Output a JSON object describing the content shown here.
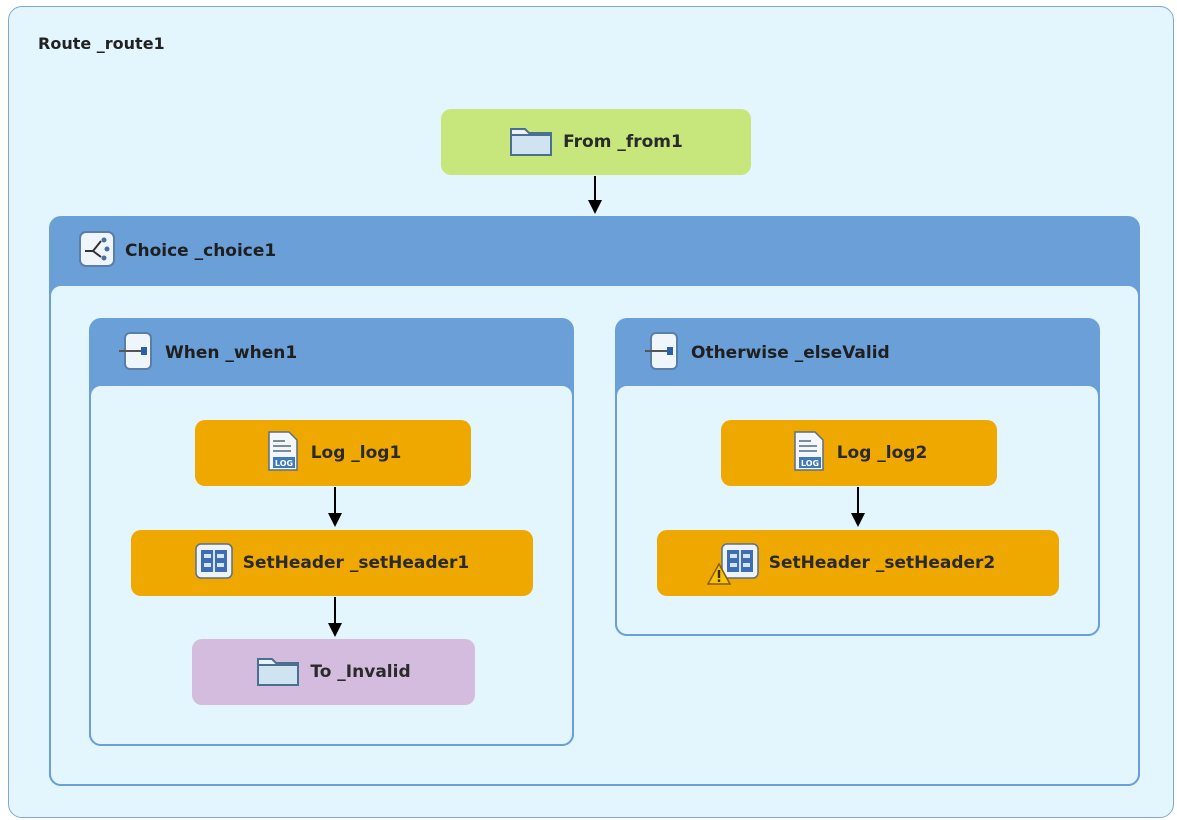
{
  "route": {
    "title": "Route _route1"
  },
  "from": {
    "label": "From _from1",
    "icon": "folder-icon"
  },
  "choice": {
    "label": "Choice _choice1",
    "icon": "choice-icon",
    "when": {
      "label": "When _when1",
      "icon": "when-icon",
      "nodes": [
        {
          "label": "Log _log1",
          "icon": "log-icon"
        },
        {
          "label": "SetHeader _setHeader1",
          "icon": "setheader-icon"
        },
        {
          "label": "To _Invalid",
          "icon": "folder-icon"
        }
      ]
    },
    "otherwise": {
      "label": "Otherwise _elseValid",
      "icon": "otherwise-icon",
      "nodes": [
        {
          "label": "Log _log2",
          "icon": "log-icon"
        },
        {
          "label": "SetHeader _setHeader2",
          "icon": "setheader-icon",
          "warning": true
        }
      ]
    }
  },
  "colors": {
    "background": "#e3f5fd",
    "container": "#6b9fd8",
    "from_node": "#c7e77c",
    "processor_node": "#efa800",
    "to_node": "#d4bcdf"
  }
}
